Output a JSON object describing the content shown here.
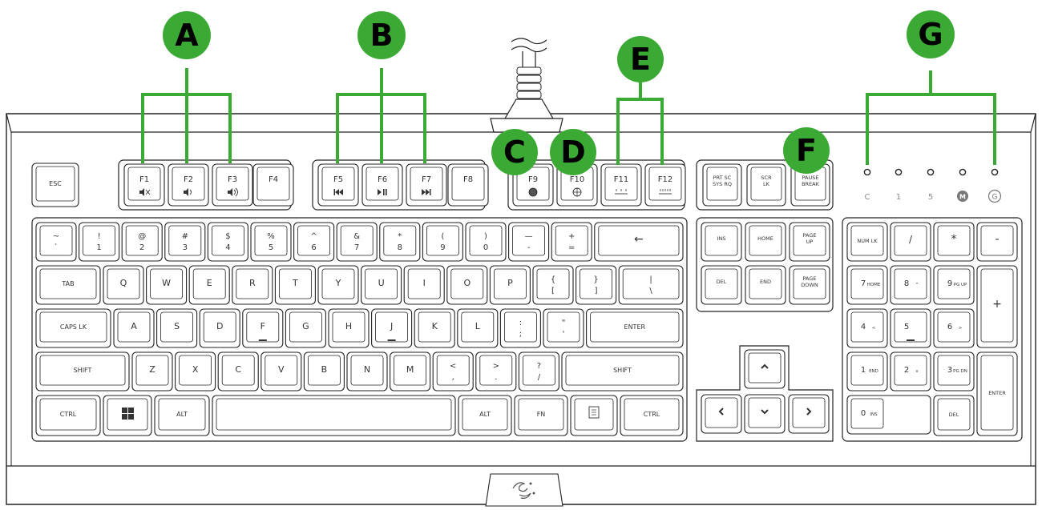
{
  "callouts": [
    {
      "letter": "A"
    },
    {
      "letter": "B"
    },
    {
      "letter": "C"
    },
    {
      "letter": "D"
    },
    {
      "letter": "E"
    },
    {
      "letter": "F"
    },
    {
      "letter": "G"
    }
  ],
  "colors": {
    "callout_green": "#3aaa35",
    "callout_text": "#000000",
    "outline": "#222222",
    "key_face": "#ffffff",
    "legend": "#333333",
    "background": "#ffffff"
  },
  "led_labels": [
    "C",
    "1",
    "5",
    "M",
    "G"
  ],
  "function_row": {
    "esc": "ESC",
    "f_keys": [
      "F1",
      "F2",
      "F3",
      "F4",
      "F5",
      "F6",
      "F7",
      "F8",
      "F9",
      "F10",
      "F11",
      "F12"
    ],
    "f_icons": [
      "mute-icon",
      "volume-down-icon",
      "volume-up-icon",
      "",
      "previous-track-icon",
      "play-pause-icon",
      "next-track-icon",
      "",
      "game-mode-icon",
      "macro-record-icon",
      "backlight-down-icon",
      "backlight-up-icon"
    ],
    "sys": [
      "PRT SC SYS RQ",
      "SCR LK",
      "PAUSE BREAK"
    ]
  },
  "number_row": [
    {
      "top": "~",
      "bottom": "`"
    },
    {
      "top": "!",
      "bottom": "1"
    },
    {
      "top": "@",
      "bottom": "2"
    },
    {
      "top": "#",
      "bottom": "3"
    },
    {
      "top": "$",
      "bottom": "4"
    },
    {
      "top": "%",
      "bottom": "5"
    },
    {
      "top": "^",
      "bottom": "6"
    },
    {
      "top": "&",
      "bottom": "7"
    },
    {
      "top": "*",
      "bottom": "8"
    },
    {
      "top": "(",
      "bottom": "9"
    },
    {
      "top": ")",
      "bottom": "0"
    },
    {
      "top": "—",
      "bottom": "-"
    },
    {
      "top": "+",
      "bottom": "="
    }
  ],
  "backspace": "←",
  "tab": "TAB",
  "row_q": [
    "Q",
    "W",
    "E",
    "R",
    "T",
    "Y",
    "U",
    "I",
    "O",
    "P"
  ],
  "row_q_symbols": [
    {
      "top": "{",
      "bottom": "["
    },
    {
      "top": "}",
      "bottom": "]"
    },
    {
      "top": "|",
      "bottom": "\\"
    }
  ],
  "caps": "CAPS LK",
  "row_a": [
    "A",
    "S",
    "D",
    "F",
    "G",
    "H",
    "J",
    "K",
    "L"
  ],
  "row_a_symbols": [
    {
      "top": ":",
      "bottom": ";"
    },
    {
      "top": "\"",
      "bottom": "'"
    }
  ],
  "enter": "ENTER",
  "shift": "SHIFT",
  "row_z": [
    "Z",
    "X",
    "C",
    "V",
    "B",
    "N",
    "M"
  ],
  "row_z_symbols": [
    {
      "top": "<",
      "bottom": ","
    },
    {
      "top": ">",
      "bottom": "."
    },
    {
      "top": "?",
      "bottom": "/"
    }
  ],
  "bottom_row": {
    "ctrl": "CTRL",
    "alt": "ALT",
    "fn": "FN"
  },
  "nav_cluster": [
    "INS",
    "HOME",
    "PAGE UP",
    "DEL",
    "END",
    "PAGE DOWN"
  ],
  "arrows": [
    "arrow-up-icon",
    "arrow-left-icon",
    "arrow-down-icon",
    "arrow-right-icon"
  ],
  "numpad": {
    "numlk": "NUM LK",
    "slash": "/",
    "star": "*",
    "minus": "-",
    "row7": [
      {
        "main": "7",
        "sub": "HOME"
      },
      {
        "main": "8",
        "sub": "^"
      },
      {
        "main": "9",
        "sub": "PG UP"
      }
    ],
    "row4": [
      {
        "main": "4",
        "sub": "<"
      },
      {
        "main": "5",
        "sub": ""
      },
      {
        "main": "6",
        "sub": ">"
      }
    ],
    "row1": [
      {
        "main": "1",
        "sub": "END"
      },
      {
        "main": "2",
        "sub": "v"
      },
      {
        "main": "3",
        "sub": "PG DN"
      }
    ],
    "zero": {
      "main": "0",
      "sub": "INS"
    },
    "del": "DEL",
    "plus": "+",
    "enter": "ENTER"
  }
}
